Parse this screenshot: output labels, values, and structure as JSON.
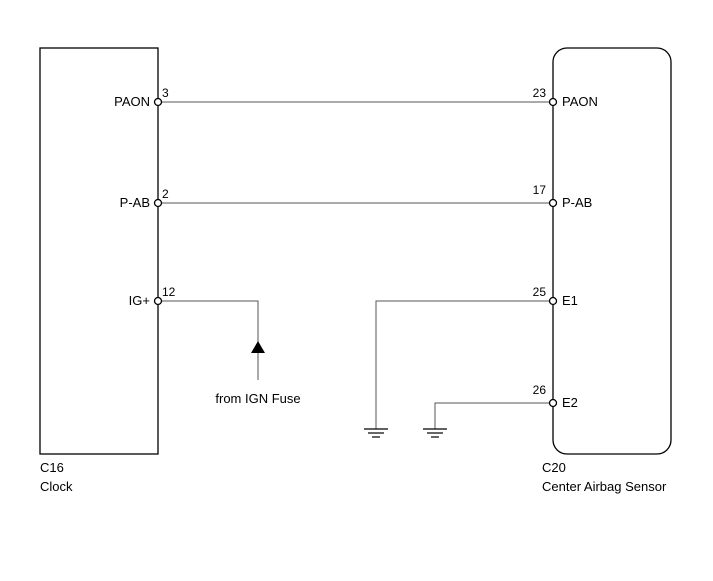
{
  "left_component": {
    "code": "C16",
    "name": "Clock",
    "pins": [
      {
        "label": "PAON",
        "number": "3"
      },
      {
        "label": "P-AB",
        "number": "2"
      },
      {
        "label": "IG+",
        "number": "12"
      }
    ]
  },
  "right_component": {
    "code": "C20",
    "name": "Center Airbag Sensor",
    "pins": [
      {
        "label": "PAON",
        "number": "23"
      },
      {
        "label": "P-AB",
        "number": "17"
      },
      {
        "label": "E1",
        "number": "25"
      },
      {
        "label": "E2",
        "number": "26"
      }
    ]
  },
  "power_source": {
    "label": "from IGN Fuse"
  },
  "colors": {
    "line": "#000000",
    "wire": "#555555",
    "background": "#ffffff"
  },
  "icons": [
    "ground-icon",
    "arrow-up-icon",
    "terminal-circle-icon"
  ]
}
